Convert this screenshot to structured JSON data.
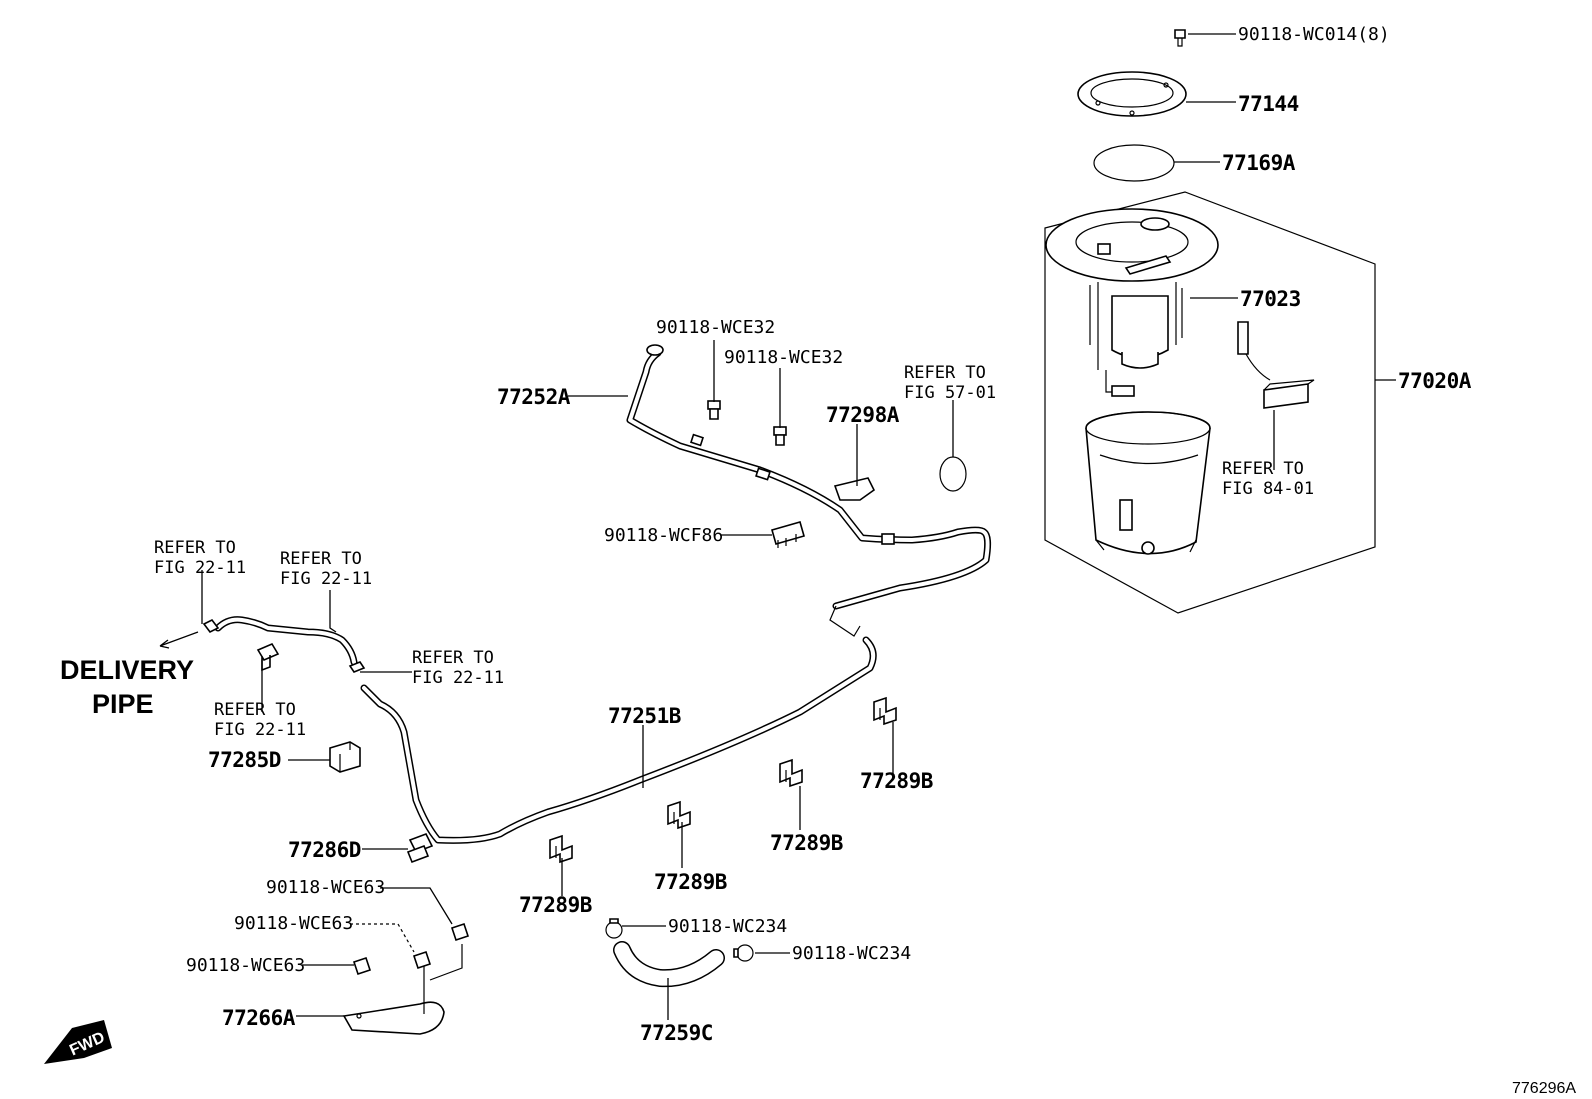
{
  "diagram_id": "776296A",
  "delivery_pipe": {
    "line1": "DELIVERY",
    "line2": "PIPE"
  },
  "fwd_label": "FWD",
  "refer_to": "REFER TO",
  "fig_refs": {
    "fig_22_11": "FIG 22-11",
    "fig_57_01": "FIG 57-01",
    "fig_84_01": "FIG 84-01"
  },
  "parts": {
    "p90118_wc014": "90118-WC014(8)",
    "p77144": "77144",
    "p77169a": "77169A",
    "p77023": "77023",
    "p77020a": "77020A",
    "p90118_wce32": "90118-WCE32",
    "p77252a": "77252A",
    "p77298a": "77298A",
    "p90118_wcf86": "90118-WCF86",
    "p77251b": "77251B",
    "p77285d": "77285D",
    "p77286d": "77286D",
    "p77289b": "77289B",
    "p90118_wce63": "90118-WCE63",
    "p77266a": "77266A",
    "p90118_wc234": "90118-WC234",
    "p77259c": "77259C"
  }
}
